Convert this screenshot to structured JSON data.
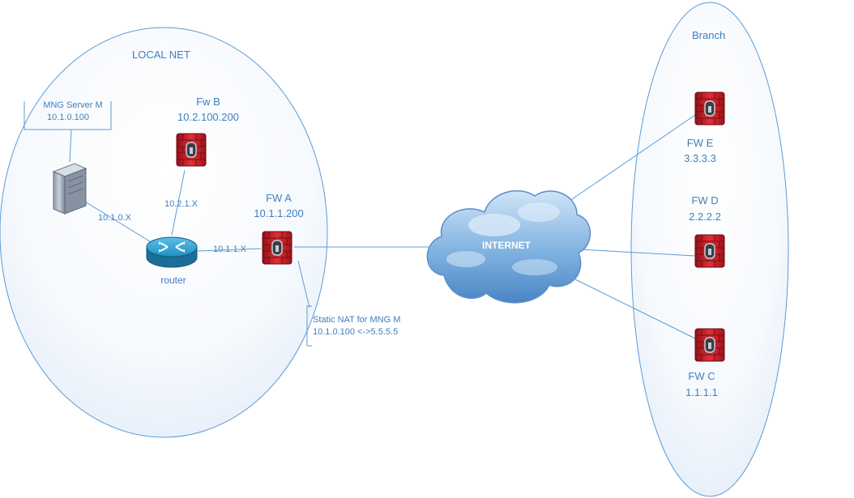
{
  "groups": {
    "local": "LOCAL NET",
    "branch": "Branch"
  },
  "nodes": {
    "mng": {
      "name": "MNG Server M",
      "ip": "10.1.0.100",
      "icon": "server-icon"
    },
    "fwb": {
      "name": "Fw B",
      "ip": "10.2.100.200",
      "icon": "firewall-icon"
    },
    "fwa": {
      "name": "FW A",
      "ip": "10.1.1.200",
      "icon": "firewall-icon"
    },
    "router": {
      "name": "router",
      "icon": "router-icon"
    },
    "internet": {
      "name": "INTERNET",
      "icon": "cloud-icon"
    },
    "fwe": {
      "name": "FW E",
      "ip": "3.3.3.3",
      "icon": "firewall-icon"
    },
    "fwd": {
      "name": "FW D",
      "ip": "2.2.2.2",
      "icon": "firewall-icon"
    },
    "fwc": {
      "name": "FW C",
      "ip": "1.1.1.1",
      "icon": "firewall-icon"
    }
  },
  "links": {
    "server_router": "10.1.0.X",
    "fwb_router": "10.2.1.X",
    "router_fwa": "10.1.1.X"
  },
  "annotation": {
    "line1": "Static NAT for  MNG M",
    "line2": "10.1.0.100 <->5.5.5.5"
  },
  "colors": {
    "outline": "#5b9bd5",
    "text": "#3f7fbf",
    "firewall": "#d0202a",
    "router": "#1f8fc0"
  }
}
